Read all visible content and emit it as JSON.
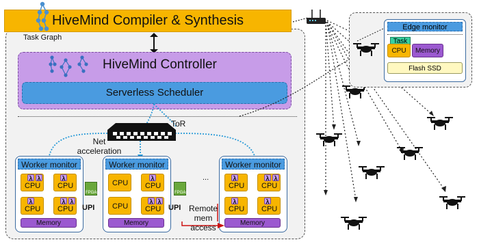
{
  "compiler": {
    "title": "HiveMind Compiler & Synthesis",
    "task_graph_label": "Task Graph"
  },
  "controller": {
    "title": "HiveMind Controller",
    "scheduler_label": "Serverless Scheduler"
  },
  "network": {
    "tor_label": "ToR",
    "net_accel_label": "Net acceleration"
  },
  "worker": {
    "monitor_label": "Worker monitor",
    "cpu_label": "CPU",
    "memory_label": "Memory",
    "lambda_symbol": "λ",
    "fpga_label": "FPGAs",
    "upi_label": "UPI",
    "ellipsis": "...",
    "remote_label": "Remote mem access"
  },
  "edge": {
    "monitor_label": "Edge monitor",
    "task_label": "Task",
    "cpu_label": "CPU",
    "memory_label": "Memory",
    "flash_label": "Flash SSD"
  },
  "colors": {
    "compiler": "#f7b500",
    "controller": "#c79ce8",
    "scheduler": "#4a9be0",
    "cpu": "#f7b500",
    "memory": "#9b59d0",
    "lambda": "#c79ce8",
    "fpga": "#6aa83c",
    "remote_arrow": "#cc1111",
    "network_link": "#2a9bd8"
  }
}
